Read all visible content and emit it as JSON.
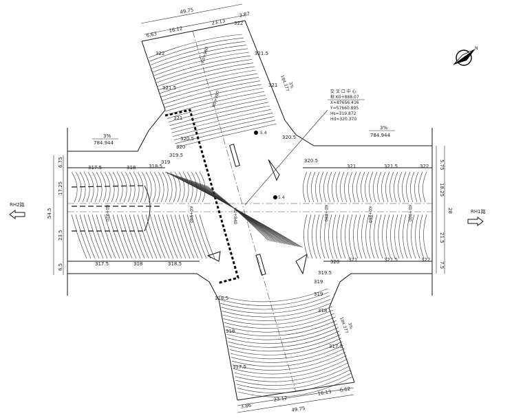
{
  "dimensions": {
    "top_total": "49.75",
    "top_left": "6.63",
    "top_mid1": "16.12",
    "top_mid2": "23.13",
    "top_right": "3.87",
    "bottom_total": "49.75",
    "bottom_left": "3.86",
    "bottom_mid1": "23.12",
    "bottom_mid2": "16.13",
    "bottom_right": "6.62",
    "left_total": "54.5",
    "left_a": "6.75",
    "left_b": "17.25",
    "left_c": "23.5",
    "left_d": "6.5",
    "right_total": "28",
    "right_a": "5.75",
    "right_b": "18.25",
    "right_c": "21.5",
    "right_d": "7.5"
  },
  "elevations": {
    "n_322_left": "322",
    "n_322_right": "322",
    "n_321_5": "321.5",
    "n_321": "321",
    "n_321_5_b": "321.5",
    "w_317_5": "317.5",
    "w_318": "318",
    "w_318_5": "318.5",
    "w_319": "319",
    "w_319_5": "319.5",
    "w_320": "320",
    "w_320_5": "320.5",
    "w_321": "321",
    "e_320_5": "320.5",
    "e_321": "321",
    "e_321_5": "321.5",
    "e_322": "322",
    "e_320_5_b": "320.5",
    "e_320": "320",
    "e_319_5": "319.5",
    "e_319": "319",
    "e_321_b": "321",
    "e_321_5_b": "321.5",
    "e_322_b": "322",
    "sw_317_5": "317.5",
    "sw_318": "318",
    "sw_318_5": "318.5",
    "s_318_5": "318.5",
    "s_319": "319",
    "s_318": "318",
    "s_317_5": "317.5",
    "s_317_5_r": "317.5",
    "s_318_r": "318"
  },
  "grades": {
    "west_grade": "3%",
    "west_length": "784.944",
    "east_grade": "3%",
    "east_length": "784.944",
    "north_grade": "3%",
    "north_length": "184.377",
    "south_grade": "3%",
    "south_length": "184.377"
  },
  "point_info": {
    "title": "交 叉 口 中 心",
    "station": "桩 K0+888.07",
    "x": "X=87656.416",
    "y": "Y=57660.895",
    "hs": "Hs=319.872",
    "hd": "Hd=320.370"
  },
  "directions": {
    "left": "RH2路",
    "right": "RH1路"
  },
  "stations": {
    "w1": "K0+920",
    "w2": "K0+940",
    "e1": "K0+880",
    "e2": "K0+900",
    "e3": "K0+860",
    "n1": "K0+960",
    "n2": "K0+980",
    "c1": "K0+840"
  },
  "markers": {
    "marker_a": "5.4",
    "marker_b": "5.4"
  },
  "north": "N"
}
